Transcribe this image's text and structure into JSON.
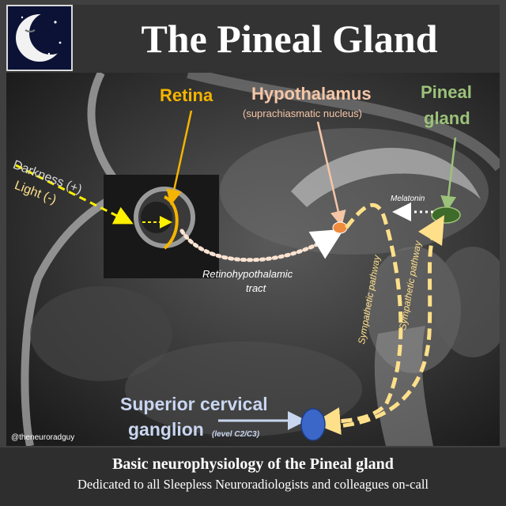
{
  "header": {
    "title": "The Pineal Gland",
    "logo_icon": "moon-night-icon"
  },
  "labels": {
    "retina": "Retina",
    "hypothalamus": "Hypothalamus",
    "hypothalamus_sub": "(suprachiasmatic nucleus)",
    "pineal_line1": "Pineal",
    "pineal_line2": "gland",
    "darkness": "Darkness (+)",
    "light": "Light (-)",
    "melatonin": "Melatonin",
    "rht_line1": "Retinohypothalamic",
    "rht_line2": "tract",
    "symp1": "Sympathetic pathway",
    "symp2": "Sympathetic pathway",
    "scg_line1": "Superior cervical",
    "scg_line2": "ganglion",
    "scg_level": "(level C2/C3)",
    "watermark": "@theneuroradguy"
  },
  "footer": {
    "title": "Basic neurophysiology of the Pineal gland",
    "subtitle": "Dedicated to all Sleepless Neuroradiologists and colleagues on-call"
  },
  "colors": {
    "retina": "#f5b400",
    "hypothalamus": "#f6c6a6",
    "pineal": "#9cc27a",
    "sympathetic": "#ffe08a",
    "ganglion": "#3b67c9",
    "light_arrow": "#ffef00"
  }
}
